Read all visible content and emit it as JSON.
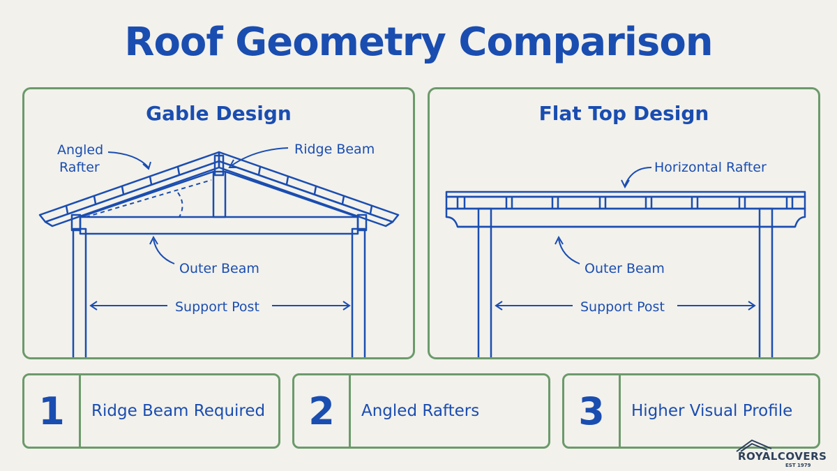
{
  "title": "Roof Geometry Comparison",
  "colors": {
    "primary": "#1a4db0",
    "border": "#6b9a6a",
    "background": "#f2f1ec"
  },
  "panels": [
    {
      "title": "Gable Design",
      "labels": {
        "angled_rafter_line1": "Angled",
        "angled_rafter_line2": "Rafter",
        "ridge_beam": "Ridge Beam",
        "outer_beam": "Outer Beam",
        "support_post": "Support Post"
      }
    },
    {
      "title": "Flat Top Design",
      "labels": {
        "horizontal_rafter": "Horizontal Rafter",
        "outer_beam": "Outer Beam",
        "support_post": "Support Post"
      }
    }
  ],
  "cards": [
    {
      "number": "1",
      "text": "Ridge Beam Required"
    },
    {
      "number": "2",
      "text": "Angled Rafters"
    },
    {
      "number": "3",
      "text": "Higher Visual Profile"
    }
  ],
  "logo": {
    "brand_left": "ROYAL",
    "brand_right": "COVERS",
    "est": "EST 1979"
  }
}
